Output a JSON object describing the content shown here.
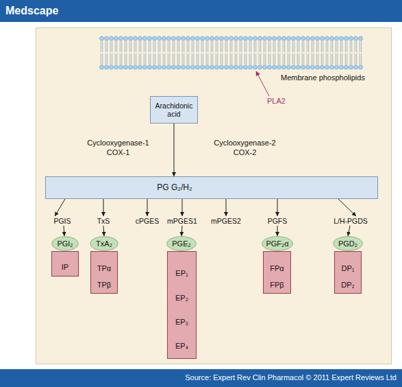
{
  "diagram": {
    "caption": "Source: Expert Rev Clin Pharmacol © 2011 Expert Reviews Ltd",
    "nodes": [
      {
        "text": [
          "Arachidonic acid"
        ]
      },
      {
        "text": [
          "PG G₂/H₂"
        ]
      },
      {
        "text": [
          "PGIS"
        ]
      },
      {
        "text": [
          "TxS"
        ]
      },
      {
        "text": [
          "cPGES"
        ]
      },
      {
        "text": [
          "mPGES1"
        ]
      },
      {
        "text": [
          "mPGES2"
        ]
      },
      {
        "text": [
          "PGFS"
        ]
      },
      {
        "text": [
          "L/H-PGDS"
        ]
      },
      {
        "text": [
          "PGI₂"
        ]
      },
      {
        "text": [
          "TxA₂"
        ]
      },
      {
        "text": [
          "PGE₂"
        ]
      },
      {
        "text": [
          "PGF₂α"
        ]
      },
      {
        "text": [
          "PGD₂"
        ]
      },
      {
        "text": [
          "IP"
        ]
      },
      {
        "text": [
          "TPα",
          "TPβ"
        ]
      },
      {
        "text": [
          "EP₁",
          "EP₂",
          "EP₃",
          "EP₄"
        ]
      },
      {
        "text": [
          "FPα",
          "FPβ"
        ]
      },
      {
        "text": [
          "DP₁",
          "DP₂"
        ]
      }
    ],
    "edges": [
      {
        "from": 0,
        "to": 1,
        "arrow": "to"
      },
      {
        "from": 1,
        "to": 2,
        "arrow": "to"
      },
      {
        "from": 1,
        "to": 3,
        "arrow": "to"
      },
      {
        "from": 1,
        "to": 4,
        "arrow": "to"
      },
      {
        "from": 1,
        "to": 5,
        "arrow": "to"
      },
      {
        "from": 1,
        "to": 6,
        "arrow": "to"
      },
      {
        "from": 1,
        "to": 7,
        "arrow": "to"
      },
      {
        "from": 1,
        "to": 8,
        "arrow": "to"
      },
      {
        "from": 2,
        "to": 9,
        "arrow": "to"
      },
      {
        "from": 3,
        "to": 10,
        "arrow": "to"
      },
      {
        "from": 5,
        "to": 11,
        "arrow": "to"
      },
      {
        "from": 7,
        "to": 12,
        "arrow": "to"
      },
      {
        "from": 8,
        "to": 13,
        "arrow": "to"
      }
    ],
    "labels": [
      "Medscape",
      "Membrane phospholipids",
      "PLA2",
      "Cyclooxygenase-1 COX-1",
      "Cyclooxygenase-2 COX-2"
    ]
  }
}
